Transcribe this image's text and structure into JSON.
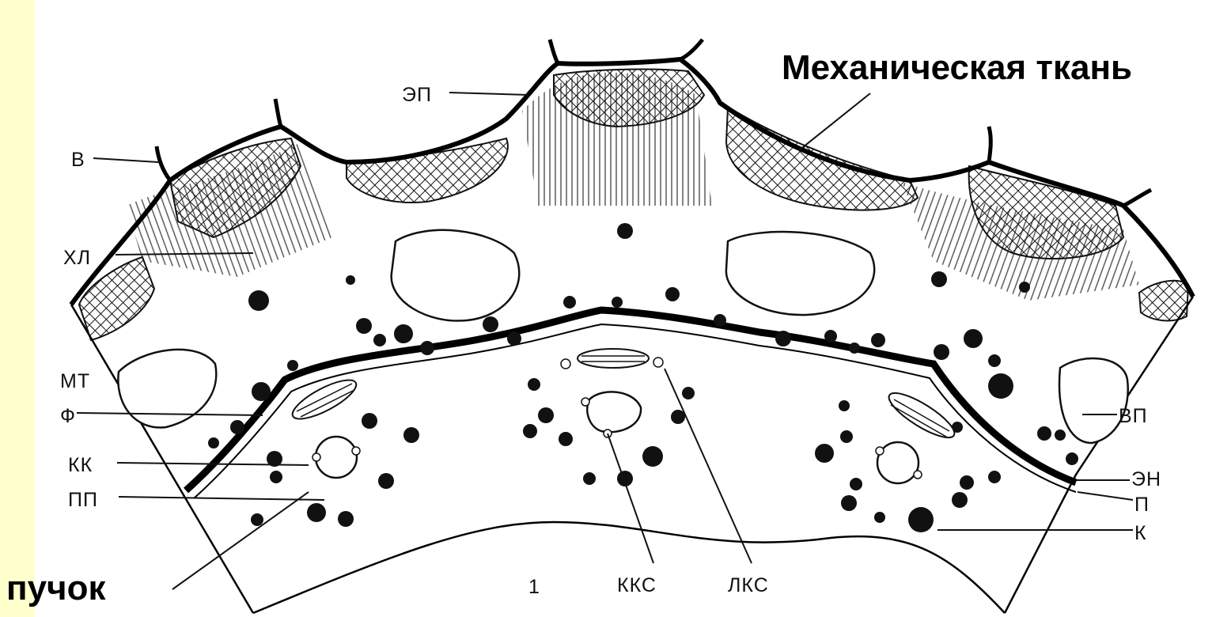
{
  "slide": {
    "title": "Механическая ткань",
    "bottom_label": "пучок"
  },
  "labels": {
    "ep": "ЭП",
    "v": "В",
    "khl": "ХЛ",
    "mt": "МТ",
    "f": "Ф",
    "kk": "КК",
    "pp": "ПП",
    "vp": "ВП",
    "en": "ЭН",
    "p": "П",
    "k": "К",
    "kks": "ККС",
    "lks": "ЛКС",
    "fig": "1"
  },
  "colors": {
    "background": "#ffffcc",
    "canvas": "#ffffff",
    "ink": "#111111"
  }
}
